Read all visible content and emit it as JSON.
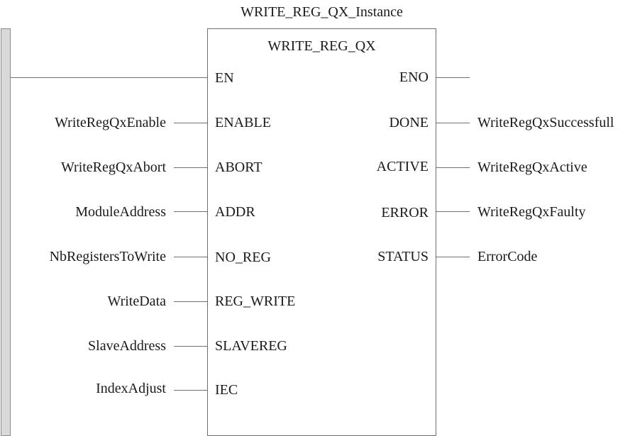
{
  "diagram": {
    "instance_name": "WRITE_REG_QX_Instance",
    "block_type": "WRITE_REG_QX",
    "input_pins": [
      {
        "pin": "EN",
        "variable": ""
      },
      {
        "pin": "ENABLE",
        "variable": "WriteRegQxEnable"
      },
      {
        "pin": "ABORT",
        "variable": "WriteRegQxAbort"
      },
      {
        "pin": "ADDR",
        "variable": "ModuleAddress"
      },
      {
        "pin": "NO_REG",
        "variable": "NbRegistersToWrite"
      },
      {
        "pin": "REG_WRITE",
        "variable": "WriteData"
      },
      {
        "pin": "SLAVEREG",
        "variable": "SlaveAddress"
      },
      {
        "pin": "IEC",
        "variable": "IndexAdjust"
      }
    ],
    "output_pins": [
      {
        "pin": "ENO",
        "variable": ""
      },
      {
        "pin": "DONE",
        "variable": "WriteRegQxSuccessfull"
      },
      {
        "pin": "ACTIVE",
        "variable": "WriteRegQxActive"
      },
      {
        "pin": "ERROR",
        "variable": "WriteRegQxFaulty"
      },
      {
        "pin": "STATUS",
        "variable": "ErrorCode"
      }
    ]
  }
}
